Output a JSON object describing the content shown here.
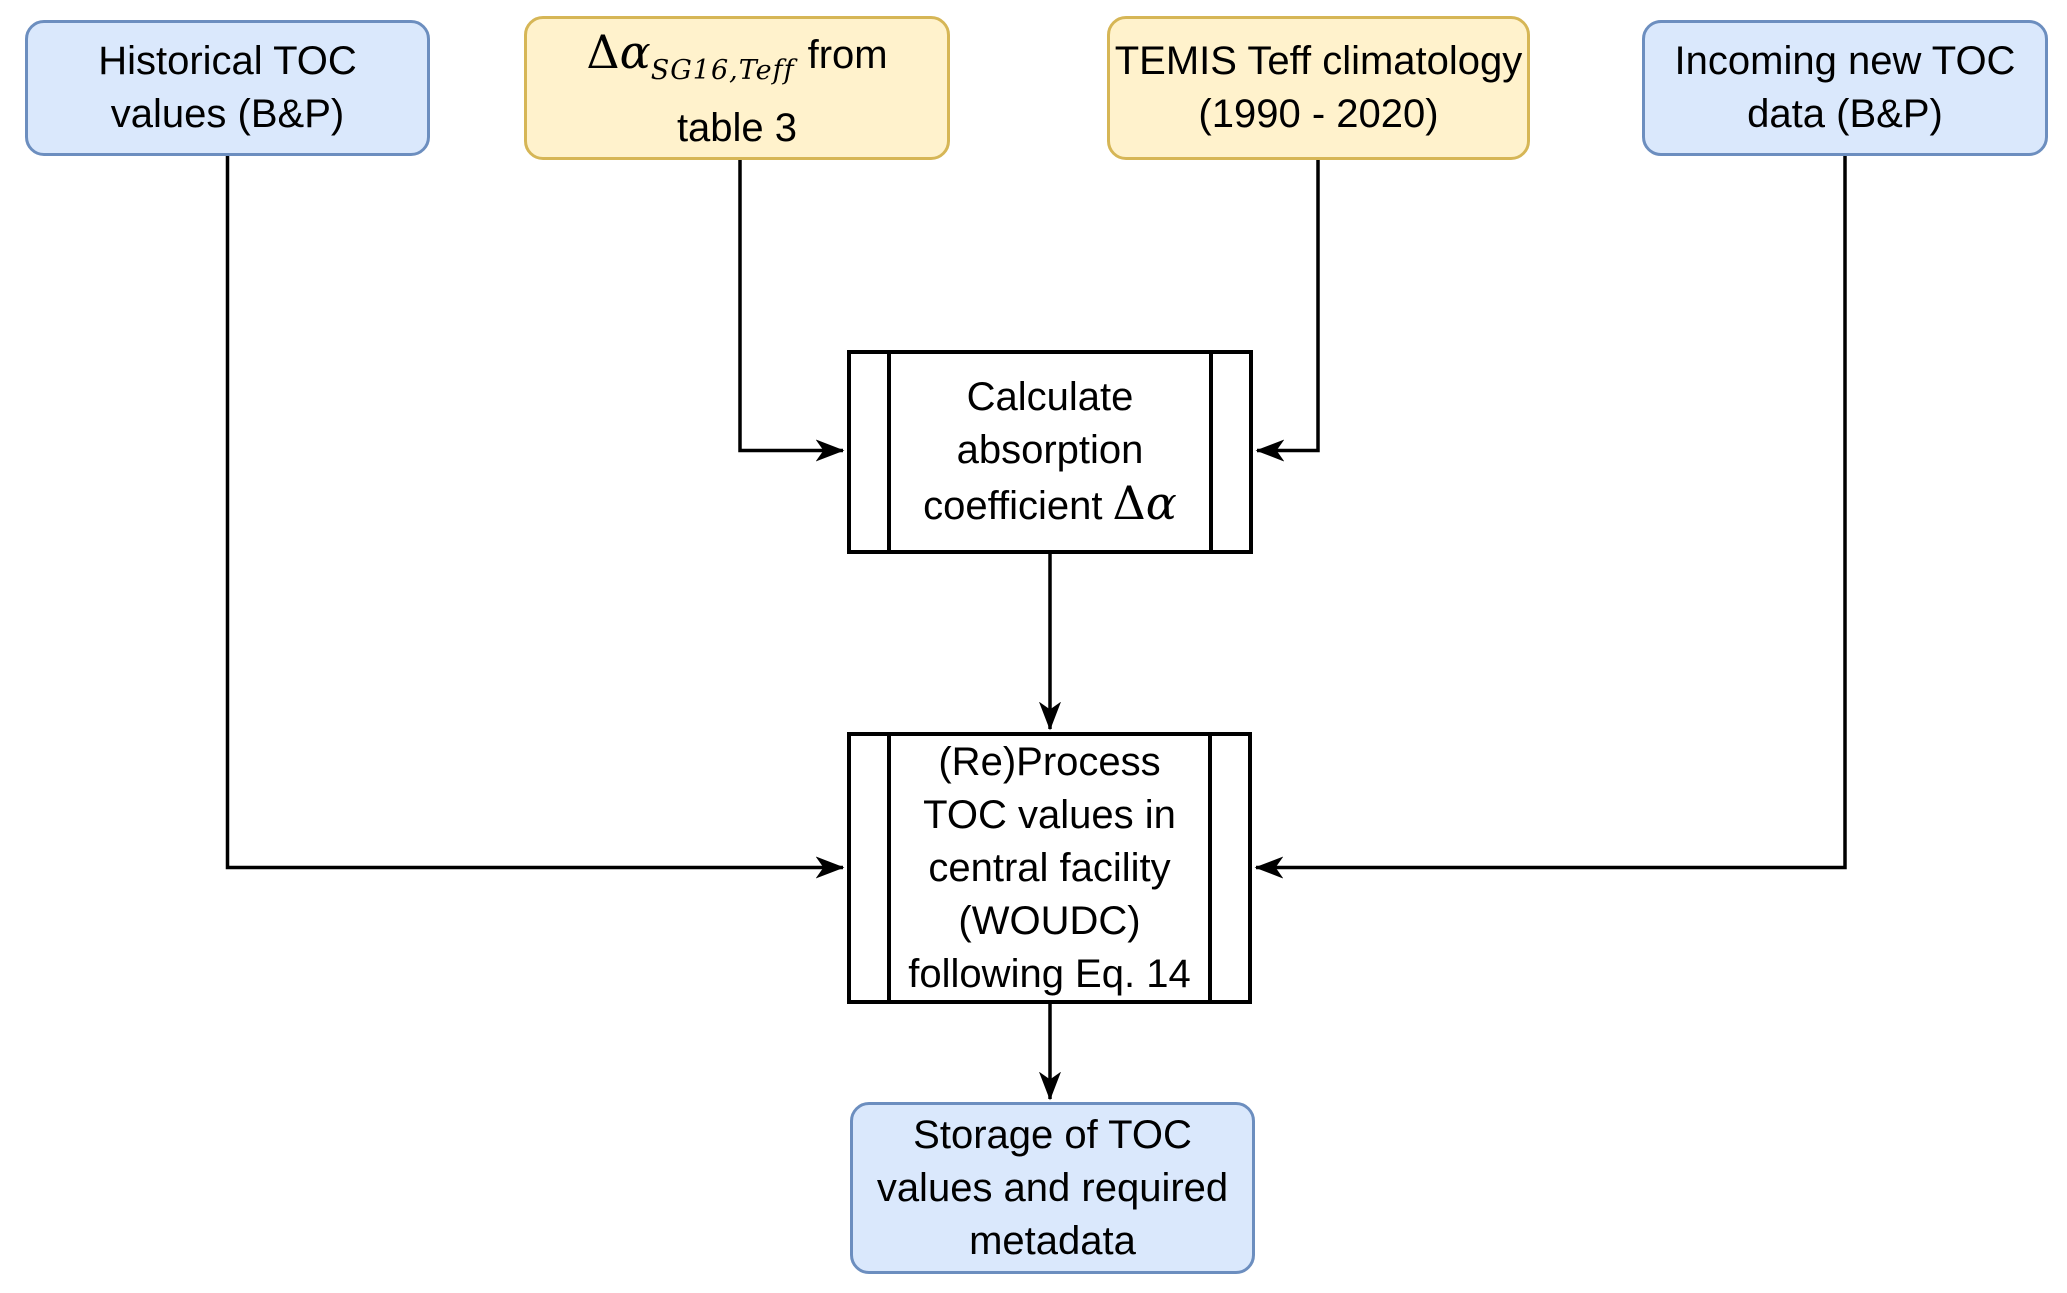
{
  "diagram": {
    "type": "flowchart",
    "background": "#ffffff",
    "colors": {
      "input_blue_fill": "#DAE8FC",
      "input_blue_border": "#6C8EBF",
      "input_yellow_fill": "#FFF2CC",
      "input_yellow_border": "#D6B656",
      "process_fill": "#FFFFFF",
      "process_border": "#000000",
      "arrow": "#000000",
      "text": "#000000"
    },
    "nodes": {
      "historical": {
        "shape": "rounded-rectangle",
        "color": "blue",
        "lines": [
          "Historical TOC",
          "values (B&P)"
        ]
      },
      "delta_table": {
        "shape": "rounded-rectangle",
        "color": "yellow",
        "math_delta": "Δ",
        "math_alpha": "α",
        "math_sub": "SG16,Teff",
        "after_math": "from",
        "line2": "table 3"
      },
      "temis": {
        "shape": "rounded-rectangle",
        "color": "yellow",
        "lines": [
          "TEMIS Teff climatology",
          "(1990 - 2020)"
        ]
      },
      "incoming": {
        "shape": "rounded-rectangle",
        "color": "blue",
        "lines": [
          "Incoming new TOC",
          "data (B&P)"
        ]
      },
      "calculate": {
        "shape": "predefined-process",
        "lines": [
          "Calculate",
          "absorption"
        ],
        "line3_prefix": "coefficient",
        "math_delta": "Δ",
        "math_alpha": "α"
      },
      "reprocess": {
        "shape": "predefined-process",
        "lines": [
          "(Re)Process",
          "TOC values in",
          "central facility",
          "(WOUDC)",
          "following Eq. 14"
        ]
      },
      "storage": {
        "shape": "rounded-rectangle",
        "color": "blue",
        "lines": [
          "Storage of TOC",
          "values and required",
          "metadata"
        ]
      }
    },
    "edges": [
      {
        "from": "historical",
        "to": "reprocess",
        "style": "orthogonal-arrow"
      },
      {
        "from": "delta_table",
        "to": "calculate",
        "style": "orthogonal-arrow"
      },
      {
        "from": "temis",
        "to": "calculate",
        "style": "orthogonal-arrow"
      },
      {
        "from": "incoming",
        "to": "reprocess",
        "style": "orthogonal-arrow"
      },
      {
        "from": "calculate",
        "to": "reprocess",
        "style": "straight-arrow"
      },
      {
        "from": "reprocess",
        "to": "storage",
        "style": "straight-arrow"
      }
    ]
  }
}
